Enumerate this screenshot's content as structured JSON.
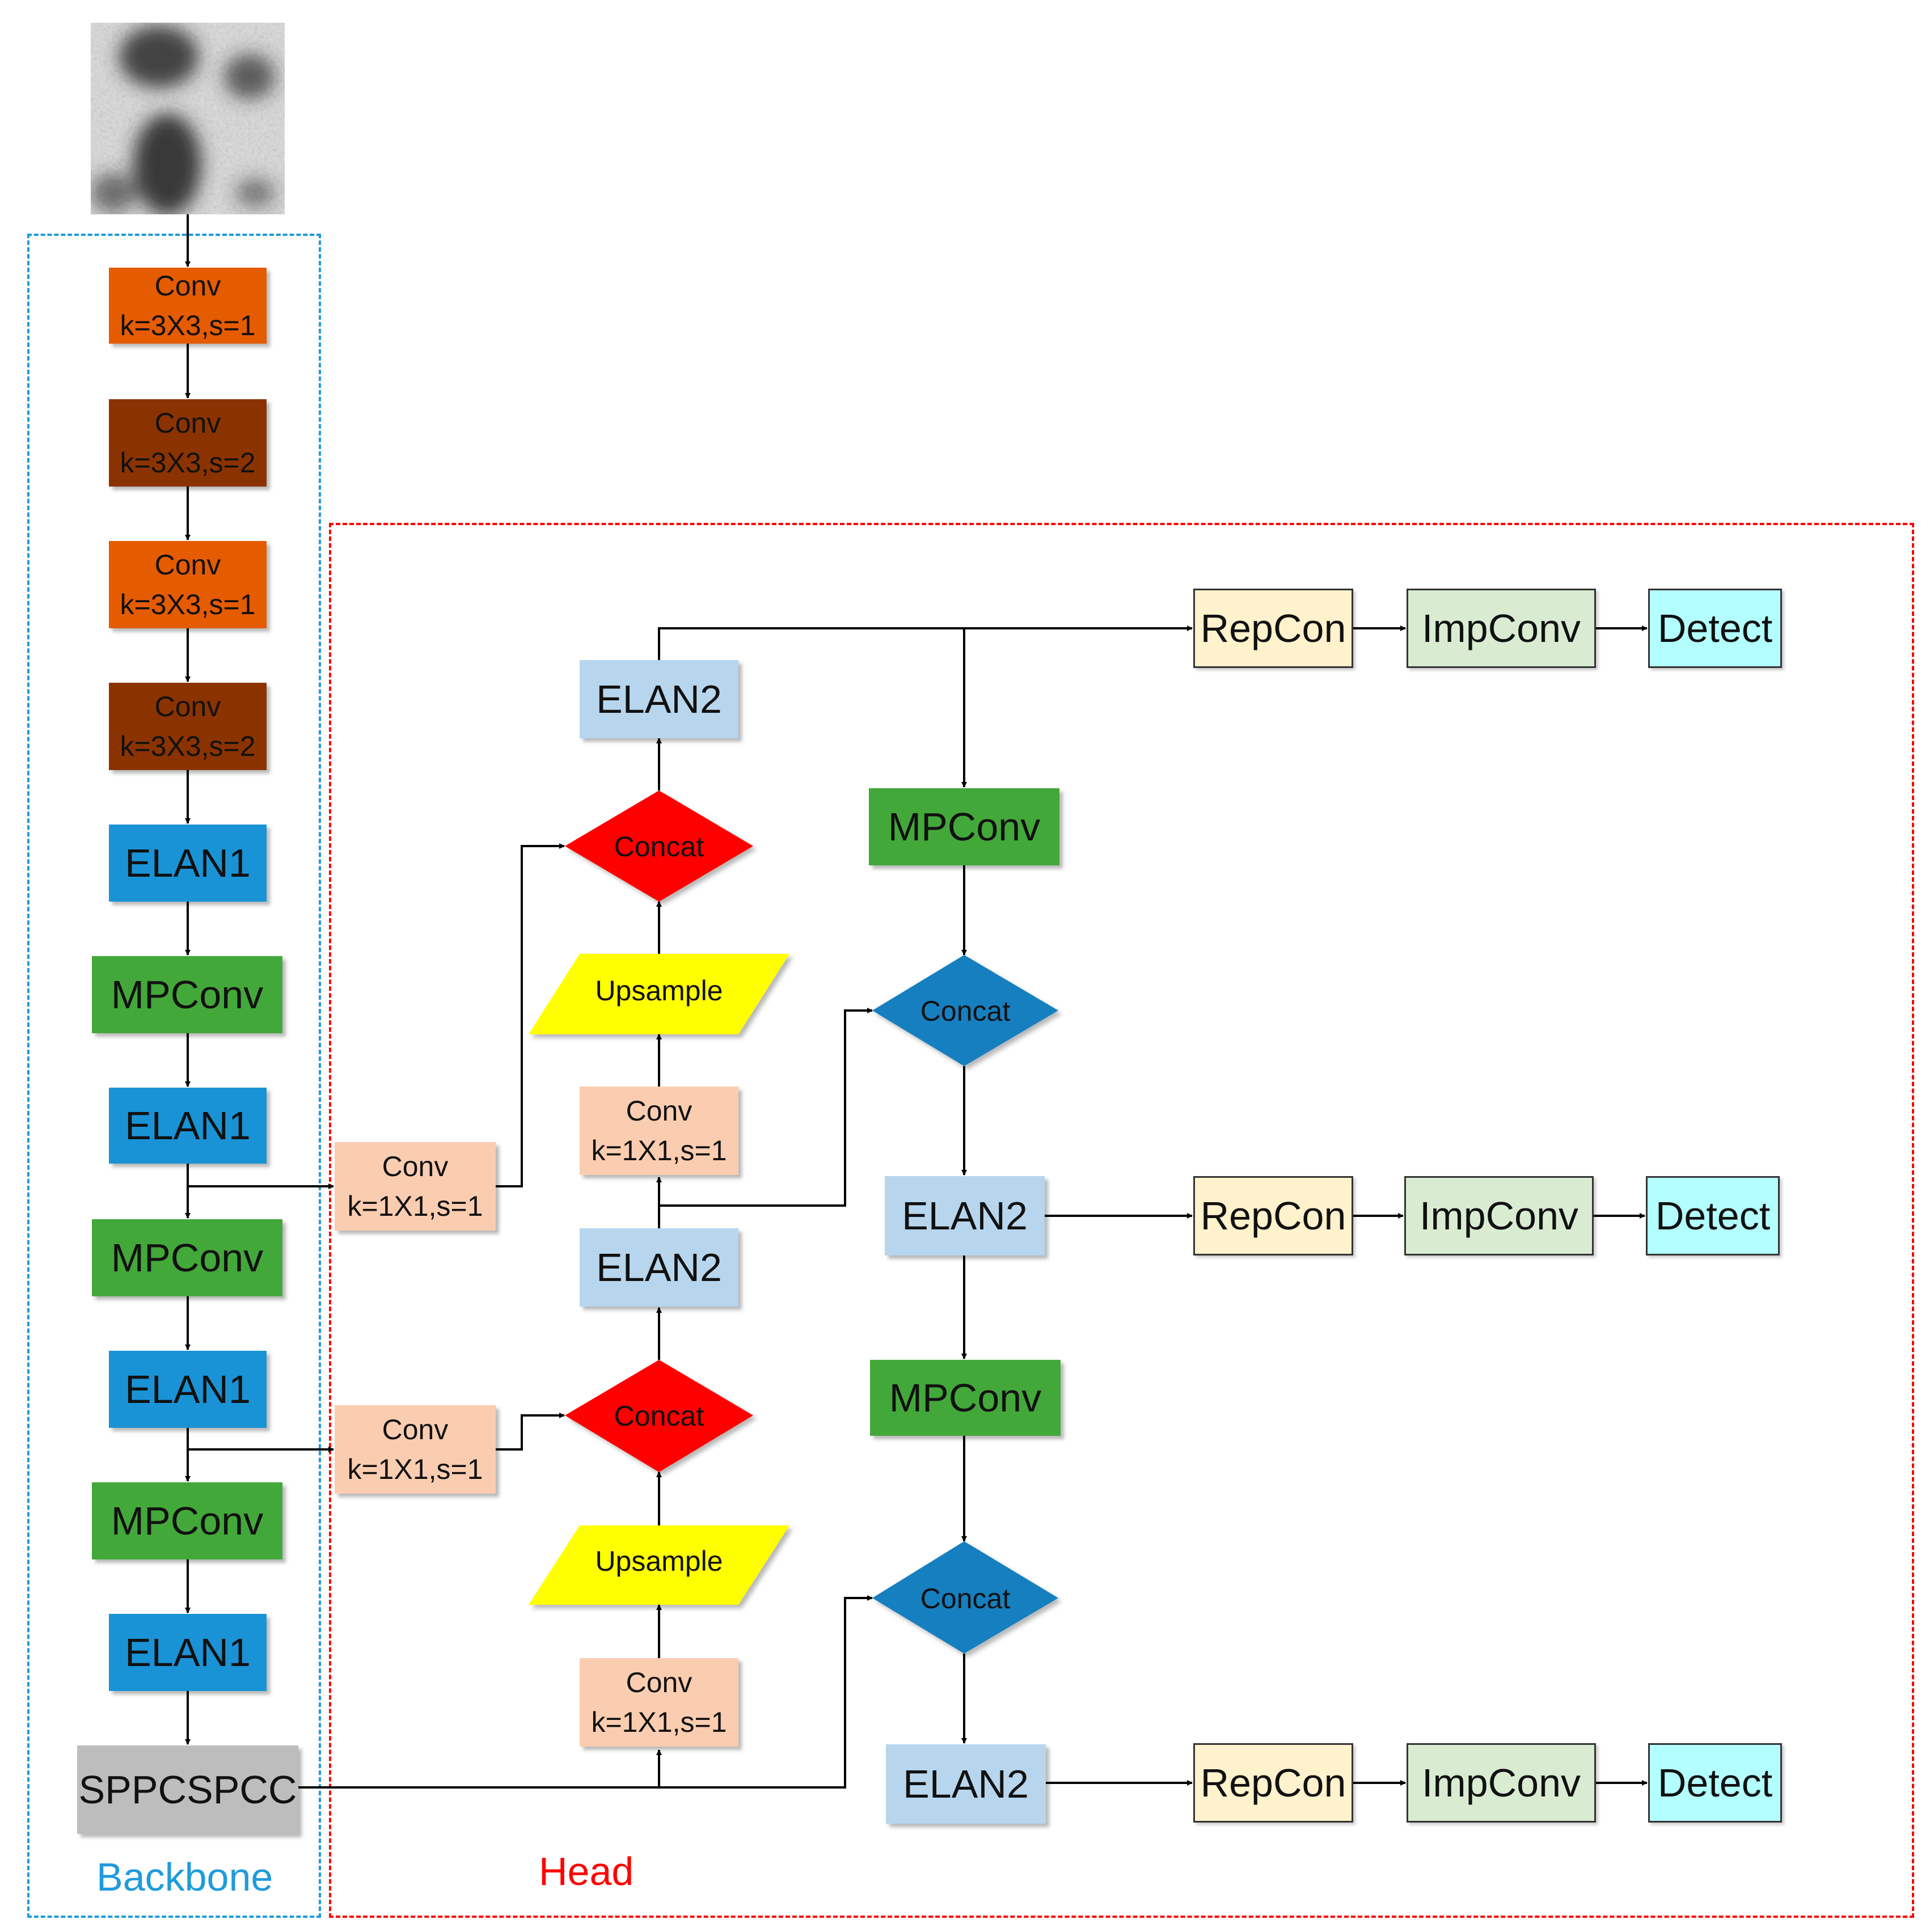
{
  "colors": {
    "conv_light": "#e55b00",
    "conv_dark": "#8b3300",
    "elan1": "#1a93d6",
    "mpconv": "#43a83a",
    "sppcspcc": "#bdbdbd",
    "conv_peach": "#fbcdb0",
    "elan2": "#b7d6ee",
    "concat_red": "#ff0000",
    "concat_blue": "#137fc0",
    "upsample": "#ffff00",
    "repcon": "#fff2cc",
    "impconv": "#d9ecd2",
    "detect": "#b3ffff",
    "backbone_border": "#1f9bdc",
    "head_border": "#ff0000"
  },
  "groups": {
    "backbone": "Backbone",
    "head": "Head"
  },
  "backbone": {
    "conv1": {
      "line1": "Conv",
      "line2": "k=3X3,s=1"
    },
    "conv2": {
      "line1": "Conv",
      "line2": "k=3X3,s=2"
    },
    "conv3": {
      "line1": "Conv",
      "line2": "k=3X3,s=1"
    },
    "conv4": {
      "line1": "Conv",
      "line2": "k=3X3,s=2"
    },
    "elan1_a": "ELAN1",
    "mpconv_a": "MPConv",
    "elan1_b": "ELAN1",
    "mpconv_b": "MPConv",
    "elan1_c": "ELAN1",
    "mpconv_c": "MPConv",
    "elan1_d": "ELAN1",
    "sppcspcc": "SPPCSPCC"
  },
  "head": {
    "conv_lat_1": {
      "line1": "Conv",
      "line2": "k=1X1,s=1"
    },
    "conv_lat_2": {
      "line1": "Conv",
      "line2": "k=1X1,s=1"
    },
    "conv_up_1": {
      "line1": "Conv",
      "line2": "k=1X1,s=1"
    },
    "conv_up_2": {
      "line1": "Conv",
      "line2": "k=1X1,s=1"
    },
    "upsample_1": "Upsample",
    "upsample_2": "Upsample",
    "concat_red_1": "Concat",
    "concat_red_2": "Concat",
    "concat_blue_1": "Concat",
    "concat_blue_2": "Concat",
    "elan2_top": "ELAN2",
    "elan2_mid_left": "ELAN2",
    "elan2_mid": "ELAN2",
    "elan2_bottom": "ELAN2",
    "mpconv_1": "MPConv",
    "mpconv_2": "MPConv",
    "outputs": [
      {
        "repcon": "RepCon",
        "impconv": "ImpConv",
        "detect": "Detect"
      },
      {
        "repcon": "RepCon",
        "impconv": "ImpConv",
        "detect": "Detect"
      },
      {
        "repcon": "RepCon",
        "impconv": "ImpConv",
        "detect": "Detect"
      }
    ]
  }
}
